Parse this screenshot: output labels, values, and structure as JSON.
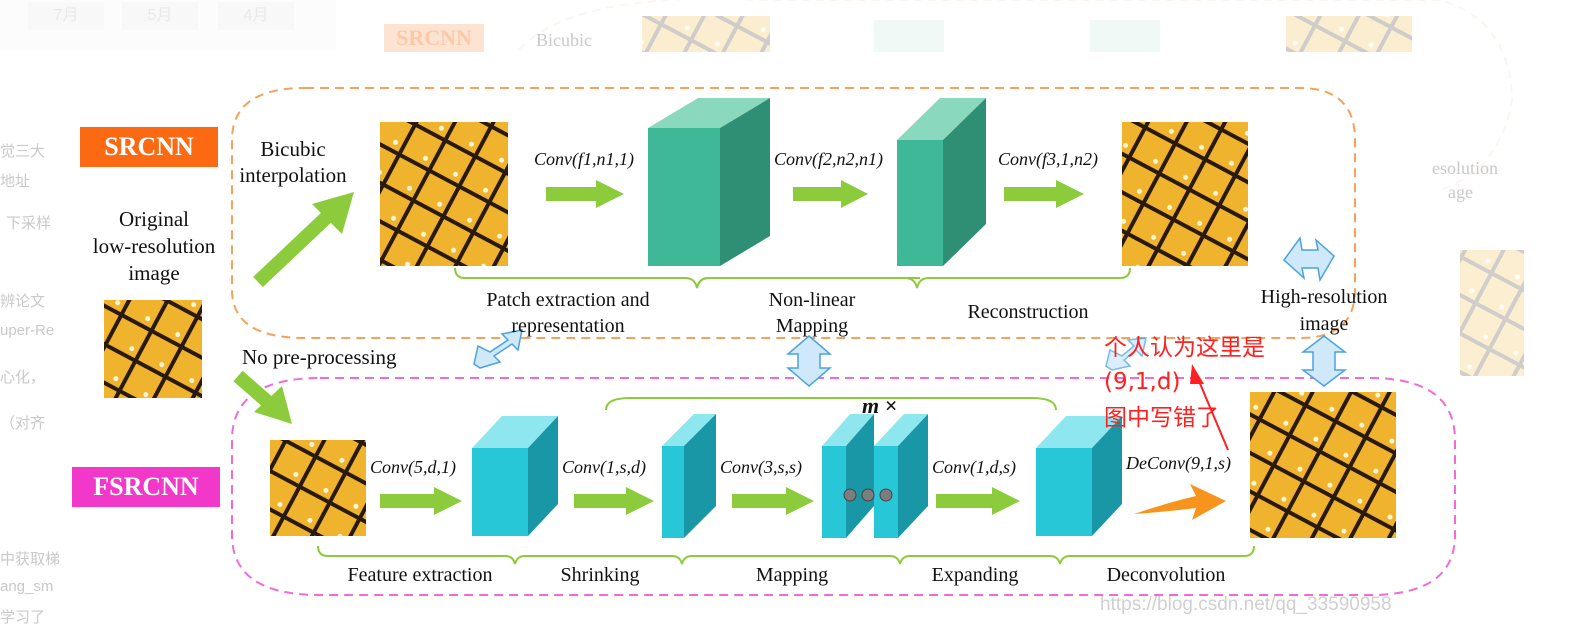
{
  "background": {
    "month_tabs": [
      "7月",
      "5月",
      "4月"
    ],
    "left_snippets": [
      "觉三大",
      "地址",
      "下采样",
      "辨论文",
      "uper-Re",
      "心化，",
      "（对齐",
      "中获取梯",
      "ang_sm",
      "学习了"
    ],
    "top_ghost": {
      "srcnn": "SRCNN",
      "bicubic": "Bicubic"
    },
    "right_ghost": [
      "esolution",
      "age"
    ]
  },
  "srcnn": {
    "badge": "SRCNN",
    "bicubic_label_1": "Bicubic",
    "bicubic_label_2": "interpolation",
    "conv1": "Conv(f1,n1,1)",
    "conv2": "Conv(f2,n2,n1)",
    "conv3": "Conv(f3,1,n2)",
    "stage1_line1": "Patch extraction and",
    "stage1_line2": "representation",
    "stage2_line1": "Non-linear",
    "stage2_line2": "Mapping",
    "stage3": "Reconstruction"
  },
  "original": {
    "line1": "Original",
    "line2": "low-resolution",
    "line3": "image"
  },
  "high_res": {
    "line1": "High-resolution",
    "line2": "image"
  },
  "no_preprocessing": "No pre-processing",
  "fsrcnn": {
    "badge": "FSRCNN",
    "conv1": "Conv(5,d,1)",
    "conv2": "Conv(1,s,d)",
    "conv3": "Conv(3,s,s)",
    "conv4": "Conv(1,d,s)",
    "deconv": "DeConv(9,1,s)",
    "repeat": "m ×",
    "stage1": "Feature extraction",
    "stage2": "Shrinking",
    "stage3": "Mapping",
    "stage4": "Expanding",
    "stage5": "Deconvolution"
  },
  "annotation": {
    "line1": "个人认为这里是",
    "line2": "(9,1,d)",
    "line3": "图中写错了"
  },
  "watermark": "https://blog.csdn.net/qq_33590958",
  "colors": {
    "srcnn_badge": "#fb6a12",
    "fsrcnn_badge": "#f238c8",
    "srcnn_box": "#f5a25a",
    "fsrcnn_box": "#f06ad8",
    "arrow_green": "#8ccc3c",
    "arrow_orange": "#f7941d",
    "srcnn_cube": "#3fb897",
    "fsrcnn_cube": "#27c7d8",
    "annotation": "#ff2020"
  }
}
